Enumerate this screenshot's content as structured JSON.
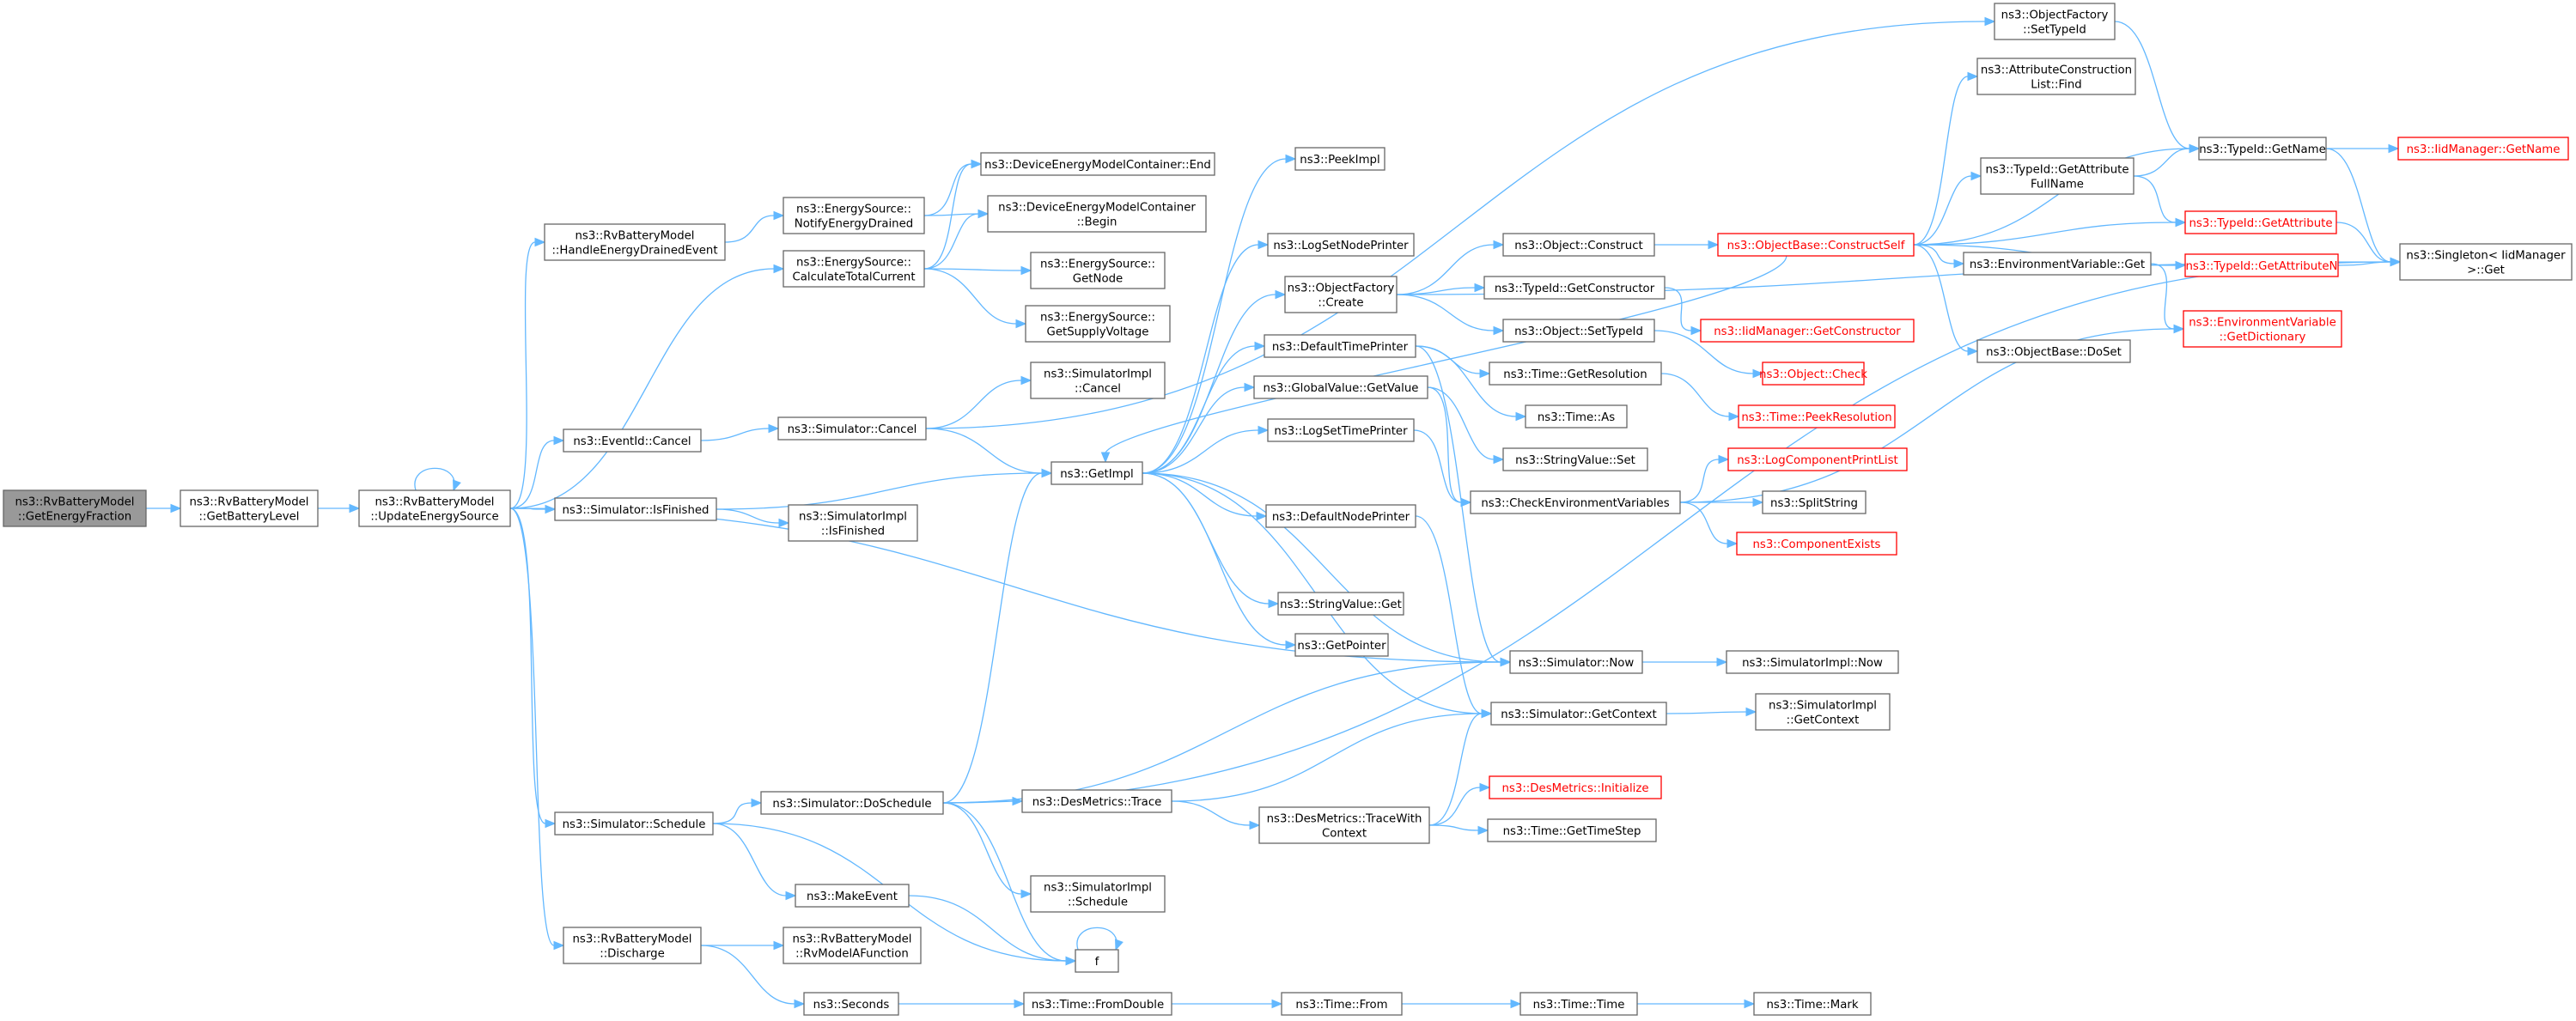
{
  "nodes": [
    {
      "id": "root",
      "lines": [
        "ns3::RvBatteryModel",
        "::GetEnergyFraction"
      ],
      "kind": "root"
    },
    {
      "id": "getBatteryLevel",
      "lines": [
        "ns3::RvBatteryModel",
        "::GetBatteryLevel"
      ],
      "kind": "normal"
    },
    {
      "id": "updateEnergySource",
      "lines": [
        "ns3::RvBatteryModel",
        "::UpdateEnergySource"
      ],
      "kind": "normal"
    },
    {
      "id": "handleEnergyDrained",
      "lines": [
        "ns3::RvBatteryModel",
        "::HandleEnergyDrainedEvent"
      ],
      "kind": "normal"
    },
    {
      "id": "calcTotalCurrent",
      "lines": [
        "ns3::EnergySource::",
        "CalculateTotalCurrent"
      ],
      "kind": "normal"
    },
    {
      "id": "eventIdCancel",
      "lines": [
        "ns3::EventId::Cancel"
      ],
      "kind": "normal"
    },
    {
      "id": "simIsFinished",
      "lines": [
        "ns3::Simulator::IsFinished"
      ],
      "kind": "normal"
    },
    {
      "id": "simSchedule",
      "lines": [
        "ns3::Simulator::Schedule"
      ],
      "kind": "normal"
    },
    {
      "id": "discharge",
      "lines": [
        "ns3::RvBatteryModel",
        "::Discharge"
      ],
      "kind": "normal"
    },
    {
      "id": "notifyEnergyDrained",
      "lines": [
        "ns3::EnergySource::",
        "NotifyEnergyDrained"
      ],
      "kind": "normal"
    },
    {
      "id": "simCancel",
      "lines": [
        "ns3::Simulator::Cancel"
      ],
      "kind": "normal"
    },
    {
      "id": "simImplIsFinished",
      "lines": [
        "ns3::SimulatorImpl",
        "::IsFinished"
      ],
      "kind": "normal"
    },
    {
      "id": "doSchedule",
      "lines": [
        "ns3::Simulator::DoSchedule"
      ],
      "kind": "normal"
    },
    {
      "id": "makeEvent",
      "lines": [
        "ns3::MakeEvent"
      ],
      "kind": "normal"
    },
    {
      "id": "rvModelA",
      "lines": [
        "ns3::RvBatteryModel",
        "::RvModelAFunction"
      ],
      "kind": "normal"
    },
    {
      "id": "seconds",
      "lines": [
        "ns3::Seconds"
      ],
      "kind": "normal"
    },
    {
      "id": "demcEnd",
      "lines": [
        "ns3::DeviceEnergyModelContainer::End"
      ],
      "kind": "normal"
    },
    {
      "id": "demcBegin",
      "lines": [
        "ns3::DeviceEnergyModelContainer",
        "::Begin"
      ],
      "kind": "normal"
    },
    {
      "id": "esGetNode",
      "lines": [
        "ns3::EnergySource::",
        "GetNode"
      ],
      "kind": "normal"
    },
    {
      "id": "esGetSupplyVoltage",
      "lines": [
        "ns3::EnergySource::",
        "GetSupplyVoltage"
      ],
      "kind": "normal"
    },
    {
      "id": "simImplCancel",
      "lines": [
        "ns3::SimulatorImpl",
        "::Cancel"
      ],
      "kind": "normal"
    },
    {
      "id": "getImpl",
      "lines": [
        "ns3::GetImpl"
      ],
      "kind": "normal"
    },
    {
      "id": "desTrace",
      "lines": [
        "ns3::DesMetrics::Trace"
      ],
      "kind": "normal"
    },
    {
      "id": "simImplSchedule",
      "lines": [
        "ns3::SimulatorImpl",
        "::Schedule"
      ],
      "kind": "normal"
    },
    {
      "id": "f",
      "lines": [
        "f"
      ],
      "kind": "normal"
    },
    {
      "id": "timeFromDouble",
      "lines": [
        "ns3::Time::FromDouble"
      ],
      "kind": "normal"
    },
    {
      "id": "peekImpl",
      "lines": [
        "ns3::PeekImpl"
      ],
      "kind": "normal"
    },
    {
      "id": "logSetNodePrinter",
      "lines": [
        "ns3::LogSetNodePrinter"
      ],
      "kind": "normal"
    },
    {
      "id": "objFactoryCreate",
      "lines": [
        "ns3::ObjectFactory",
        "::Create"
      ],
      "kind": "normal"
    },
    {
      "id": "defaultTimePrinter",
      "lines": [
        "ns3::DefaultTimePrinter"
      ],
      "kind": "normal"
    },
    {
      "id": "globalValueGet",
      "lines": [
        "ns3::GlobalValue::GetValue"
      ],
      "kind": "normal"
    },
    {
      "id": "logSetTimePrinter",
      "lines": [
        "ns3::LogSetTimePrinter"
      ],
      "kind": "normal"
    },
    {
      "id": "defaultNodePrinter",
      "lines": [
        "ns3::DefaultNodePrinter"
      ],
      "kind": "normal"
    },
    {
      "id": "stringValueGet",
      "lines": [
        "ns3::StringValue::Get"
      ],
      "kind": "normal"
    },
    {
      "id": "getPointer",
      "lines": [
        "ns3::GetPointer"
      ],
      "kind": "normal"
    },
    {
      "id": "desTraceWithContext",
      "lines": [
        "ns3::DesMetrics::TraceWith",
        "Context"
      ],
      "kind": "normal"
    },
    {
      "id": "timeFrom",
      "lines": [
        "ns3::Time::From"
      ],
      "kind": "normal"
    },
    {
      "id": "objectConstruct",
      "lines": [
        "ns3::Object::Construct"
      ],
      "kind": "normal"
    },
    {
      "id": "typeIdGetConstructor",
      "lines": [
        "ns3::TypeId::GetConstructor"
      ],
      "kind": "normal"
    },
    {
      "id": "objectSetTypeId",
      "lines": [
        "ns3::Object::SetTypeId"
      ],
      "kind": "normal"
    },
    {
      "id": "timeGetResolution",
      "lines": [
        "ns3::Time::GetResolution"
      ],
      "kind": "normal"
    },
    {
      "id": "timeAs",
      "lines": [
        "ns3::Time::As"
      ],
      "kind": "normal"
    },
    {
      "id": "stringValueSet",
      "lines": [
        "ns3::StringValue::Set"
      ],
      "kind": "normal"
    },
    {
      "id": "checkEnvVars",
      "lines": [
        "ns3::CheckEnvironmentVariables"
      ],
      "kind": "normal"
    },
    {
      "id": "simNow",
      "lines": [
        "ns3::Simulator::Now"
      ],
      "kind": "normal"
    },
    {
      "id": "simGetContext",
      "lines": [
        "ns3::Simulator::GetContext"
      ],
      "kind": "normal"
    },
    {
      "id": "desInitialize",
      "lines": [
        "ns3::DesMetrics::Initialize"
      ],
      "kind": "red"
    },
    {
      "id": "timeGetTimeStep",
      "lines": [
        "ns3::Time::GetTimeStep"
      ],
      "kind": "normal"
    },
    {
      "id": "timeTime",
      "lines": [
        "ns3::Time::Time"
      ],
      "kind": "normal"
    },
    {
      "id": "objBaseConstructSelf",
      "lines": [
        "ns3::ObjectBase::ConstructSelf"
      ],
      "kind": "red"
    },
    {
      "id": "iidGetConstructor",
      "lines": [
        "ns3::IidManager::GetConstructor"
      ],
      "kind": "red"
    },
    {
      "id": "objectCheck",
      "lines": [
        "ns3::Object::Check"
      ],
      "kind": "red"
    },
    {
      "id": "timePeekResolution",
      "lines": [
        "ns3::Time::PeekResolution"
      ],
      "kind": "red"
    },
    {
      "id": "logComponentPrintList",
      "lines": [
        "ns3::LogComponentPrintList"
      ],
      "kind": "red"
    },
    {
      "id": "splitString",
      "lines": [
        "ns3::SplitString"
      ],
      "kind": "normal"
    },
    {
      "id": "componentExists",
      "lines": [
        "ns3::ComponentExists"
      ],
      "kind": "red"
    },
    {
      "id": "simImplNow",
      "lines": [
        "ns3::SimulatorImpl::Now"
      ],
      "kind": "normal"
    },
    {
      "id": "simImplGetContext",
      "lines": [
        "ns3::SimulatorImpl",
        "::GetContext"
      ],
      "kind": "normal"
    },
    {
      "id": "timeMark",
      "lines": [
        "ns3::Time::Mark"
      ],
      "kind": "normal"
    },
    {
      "id": "objFactorySetTypeId",
      "lines": [
        "ns3::ObjectFactory",
        "::SetTypeId"
      ],
      "kind": "normal"
    },
    {
      "id": "attrConstructionFind",
      "lines": [
        "ns3::AttributeConstruction",
        "List::Find"
      ],
      "kind": "normal"
    },
    {
      "id": "typeIdGetAttrFullName",
      "lines": [
        "ns3::TypeId::GetAttribute",
        "FullName"
      ],
      "kind": "normal"
    },
    {
      "id": "envVarGet",
      "lines": [
        "ns3::EnvironmentVariable::Get"
      ],
      "kind": "normal"
    },
    {
      "id": "objBaseDoSet",
      "lines": [
        "ns3::ObjectBase::DoSet"
      ],
      "kind": "normal"
    },
    {
      "id": "typeIdGetName",
      "lines": [
        "ns3::TypeId::GetName"
      ],
      "kind": "normal"
    },
    {
      "id": "typeIdGetAttribute",
      "lines": [
        "ns3::TypeId::GetAttribute"
      ],
      "kind": "red"
    },
    {
      "id": "typeIdGetAttributeN",
      "lines": [
        "ns3::TypeId::GetAttributeN"
      ],
      "kind": "red"
    },
    {
      "id": "envVarGetDictionary",
      "lines": [
        "ns3::EnvironmentVariable",
        "::GetDictionary"
      ],
      "kind": "red"
    },
    {
      "id": "iidGetName",
      "lines": [
        "ns3::IidManager::GetName"
      ],
      "kind": "red"
    },
    {
      "id": "singletonGet",
      "lines": [
        "ns3::Singleton< IidManager",
        " >::Get"
      ],
      "kind": "normal"
    }
  ],
  "edges": [
    [
      "root",
      "getBatteryLevel"
    ],
    [
      "getBatteryLevel",
      "updateEnergySource"
    ],
    [
      "updateEnergySource",
      "updateEnergySource"
    ],
    [
      "updateEnergySource",
      "handleEnergyDrained"
    ],
    [
      "updateEnergySource",
      "calcTotalCurrent"
    ],
    [
      "updateEnergySource",
      "eventIdCancel"
    ],
    [
      "updateEnergySource",
      "simIsFinished"
    ],
    [
      "updateEnergySource",
      "simSchedule"
    ],
    [
      "updateEnergySource",
      "discharge"
    ],
    [
      "updateEnergySource",
      "simNow"
    ],
    [
      "handleEnergyDrained",
      "notifyEnergyDrained"
    ],
    [
      "notifyEnergyDrained",
      "demcEnd"
    ],
    [
      "notifyEnergyDrained",
      "demcBegin"
    ],
    [
      "calcTotalCurrent",
      "demcEnd"
    ],
    [
      "calcTotalCurrent",
      "demcBegin"
    ],
    [
      "calcTotalCurrent",
      "esGetNode"
    ],
    [
      "calcTotalCurrent",
      "esGetSupplyVoltage"
    ],
    [
      "eventIdCancel",
      "simCancel"
    ],
    [
      "simCancel",
      "simImplCancel"
    ],
    [
      "simCancel",
      "getImpl"
    ],
    [
      "simCancel",
      "objFactorySetTypeId"
    ],
    [
      "simIsFinished",
      "getImpl"
    ],
    [
      "simIsFinished",
      "simImplIsFinished"
    ],
    [
      "simSchedule",
      "doSchedule"
    ],
    [
      "simSchedule",
      "makeEvent"
    ],
    [
      "simSchedule",
      "f"
    ],
    [
      "doSchedule",
      "getImpl"
    ],
    [
      "doSchedule",
      "desTrace"
    ],
    [
      "doSchedule",
      "simImplSchedule"
    ],
    [
      "doSchedule",
      "f"
    ],
    [
      "doSchedule",
      "simNow"
    ],
    [
      "doSchedule",
      "singletonGet"
    ],
    [
      "makeEvent",
      "f"
    ],
    [
      "f",
      "f"
    ],
    [
      "discharge",
      "rvModelA"
    ],
    [
      "discharge",
      "seconds"
    ],
    [
      "seconds",
      "timeFromDouble"
    ],
    [
      "timeFromDouble",
      "timeFrom"
    ],
    [
      "timeFrom",
      "timeTime"
    ],
    [
      "timeTime",
      "timeMark"
    ],
    [
      "getImpl",
      "peekImpl"
    ],
    [
      "getImpl",
      "logSetNodePrinter"
    ],
    [
      "getImpl",
      "objFactoryCreate"
    ],
    [
      "getImpl",
      "defaultTimePrinter"
    ],
    [
      "getImpl",
      "globalValueGet"
    ],
    [
      "getImpl",
      "logSetTimePrinter"
    ],
    [
      "getImpl",
      "defaultNodePrinter"
    ],
    [
      "getImpl",
      "stringValueGet"
    ],
    [
      "getImpl",
      "getPointer"
    ],
    [
      "getImpl",
      "simNow"
    ],
    [
      "getImpl",
      "simGetContext"
    ],
    [
      "objFactoryCreate",
      "objectConstruct"
    ],
    [
      "objFactoryCreate",
      "typeIdGetConstructor"
    ],
    [
      "objFactoryCreate",
      "objectSetTypeId"
    ],
    [
      "defaultTimePrinter",
      "simNow"
    ],
    [
      "defaultTimePrinter",
      "timeGetResolution"
    ],
    [
      "defaultTimePrinter",
      "timeAs"
    ],
    [
      "globalValueGet",
      "stringValueSet"
    ],
    [
      "globalValueGet",
      "checkEnvVars"
    ],
    [
      "logSetTimePrinter",
      "checkEnvVars"
    ],
    [
      "defaultNodePrinter",
      "simGetContext"
    ],
    [
      "desTrace",
      "desTraceWithContext"
    ],
    [
      "desTrace",
      "simGetContext"
    ],
    [
      "desTraceWithContext",
      "desInitialize"
    ],
    [
      "desTraceWithContext",
      "timeGetTimeStep"
    ],
    [
      "desTraceWithContext",
      "simGetContext"
    ],
    [
      "objectConstruct",
      "objBaseConstructSelf"
    ],
    [
      "typeIdGetConstructor",
      "iidGetConstructor"
    ],
    [
      "objectSetTypeId",
      "objectCheck"
    ],
    [
      "timeGetResolution",
      "timePeekResolution"
    ],
    [
      "checkEnvVars",
      "logComponentPrintList"
    ],
    [
      "checkEnvVars",
      "splitString"
    ],
    [
      "checkEnvVars",
      "componentExists"
    ],
    [
      "checkEnvVars",
      "envVarGetDictionary"
    ],
    [
      "simNow",
      "simImplNow"
    ],
    [
      "simGetContext",
      "simImplGetContext"
    ],
    [
      "objBaseConstructSelf",
      "attrConstructionFind"
    ],
    [
      "objBaseConstructSelf",
      "typeIdGetAttrFullName"
    ],
    [
      "objBaseConstructSelf",
      "typeIdGetName"
    ],
    [
      "objBaseConstructSelf",
      "typeIdGetAttribute"
    ],
    [
      "objBaseConstructSelf",
      "typeIdGetAttributeN"
    ],
    [
      "objBaseConstructSelf",
      "envVarGet"
    ],
    [
      "objBaseConstructSelf",
      "objBaseDoSet"
    ],
    [
      "objBaseConstructSelf",
      "getImpl"
    ],
    [
      "objFactorySetTypeId",
      "typeIdGetName"
    ],
    [
      "typeIdGetAttrFullName",
      "typeIdGetName"
    ],
    [
      "typeIdGetAttrFullName",
      "typeIdGetAttribute"
    ],
    [
      "envVarGet",
      "envVarGetDictionary"
    ],
    [
      "typeIdGetName",
      "iidGetName"
    ],
    [
      "typeIdGetName",
      "singletonGet"
    ],
    [
      "typeIdGetAttribute",
      "singletonGet"
    ],
    [
      "typeIdGetAttributeN",
      "singletonGet"
    ],
    [
      "objFactoryCreate",
      "singletonGet"
    ]
  ]
}
